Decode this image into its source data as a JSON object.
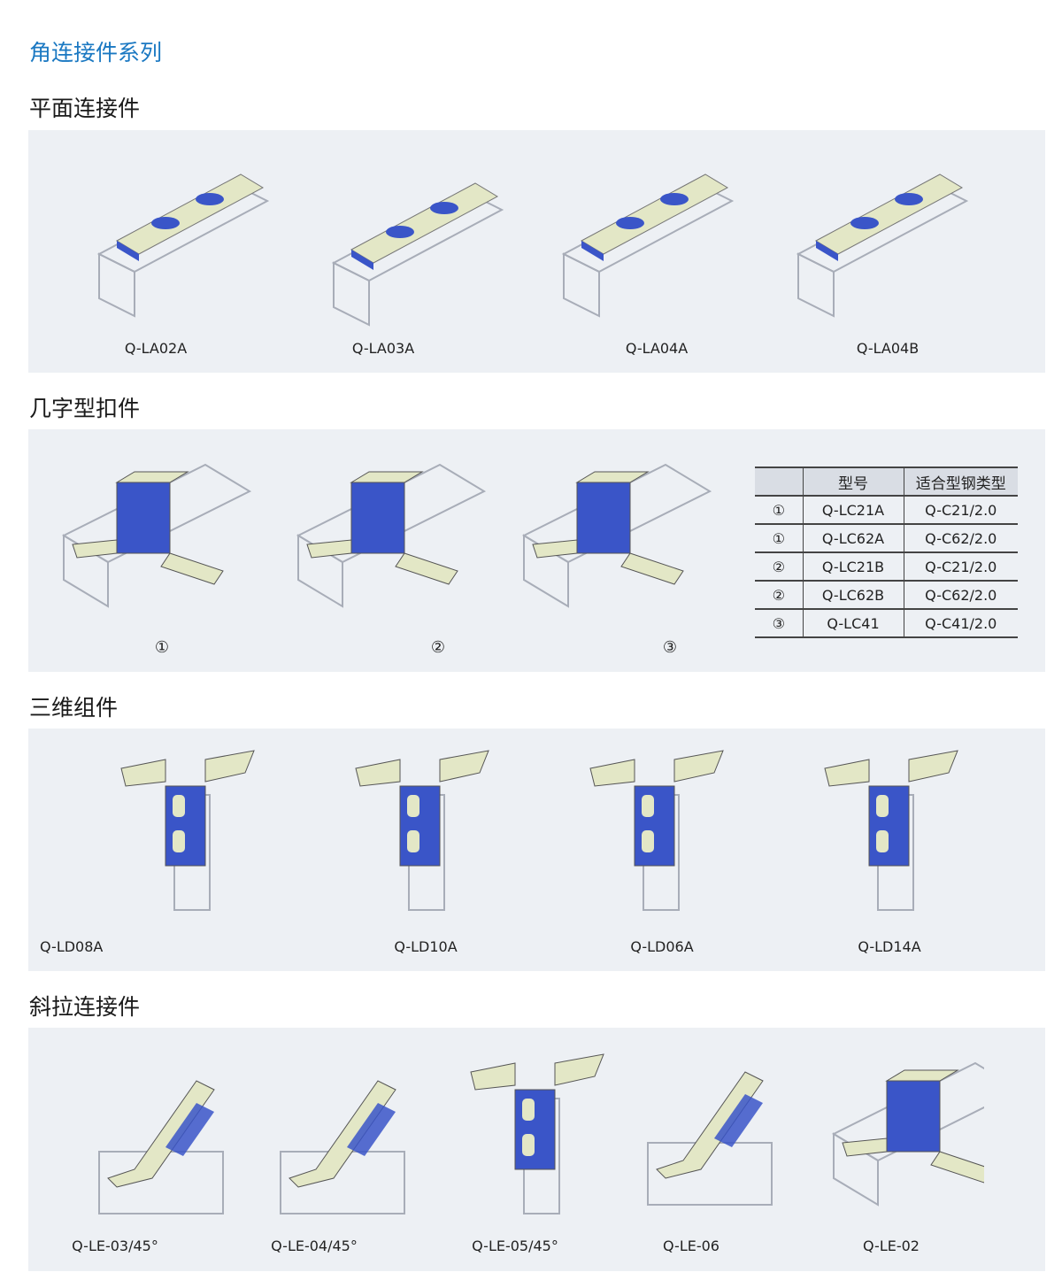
{
  "title": "角连接件系列",
  "sections": [
    {
      "heading": "平面连接件",
      "items": [
        "Q-LA02A",
        "Q-LA03A",
        "Q-LA04A",
        "Q-LA04B"
      ]
    },
    {
      "heading": "几字型扣件",
      "items": [
        "①",
        "②",
        "③"
      ],
      "table": {
        "headers": [
          "",
          "型号",
          "适合型钢类型"
        ],
        "rows": [
          [
            "①",
            "Q-LC21A",
            "Q-C21/2.0"
          ],
          [
            "①",
            "Q-LC62A",
            "Q-C62/2.0"
          ],
          [
            "②",
            "Q-LC21B",
            "Q-C21/2.0"
          ],
          [
            "②",
            "Q-LC62B",
            "Q-C62/2.0"
          ],
          [
            "③",
            "Q-LC41",
            "Q-C41/2.0"
          ]
        ]
      }
    },
    {
      "heading": "三维组件",
      "items": [
        "Q-LD08A",
        "Q-LD10A",
        "Q-LD06A",
        "Q-LD14A"
      ]
    },
    {
      "heading": "斜拉连接件",
      "items": [
        "Q-LE-03/45°",
        "Q-LE-04/45°",
        "Q-LE-05/45°",
        "Q-LE-06",
        "Q-LE-02"
      ]
    }
  ],
  "colors": {
    "title": "#1a78c2",
    "panel": "#edf0f4",
    "plate_blue": "#3a55c8",
    "plate_cream": "#e3e7c6"
  }
}
